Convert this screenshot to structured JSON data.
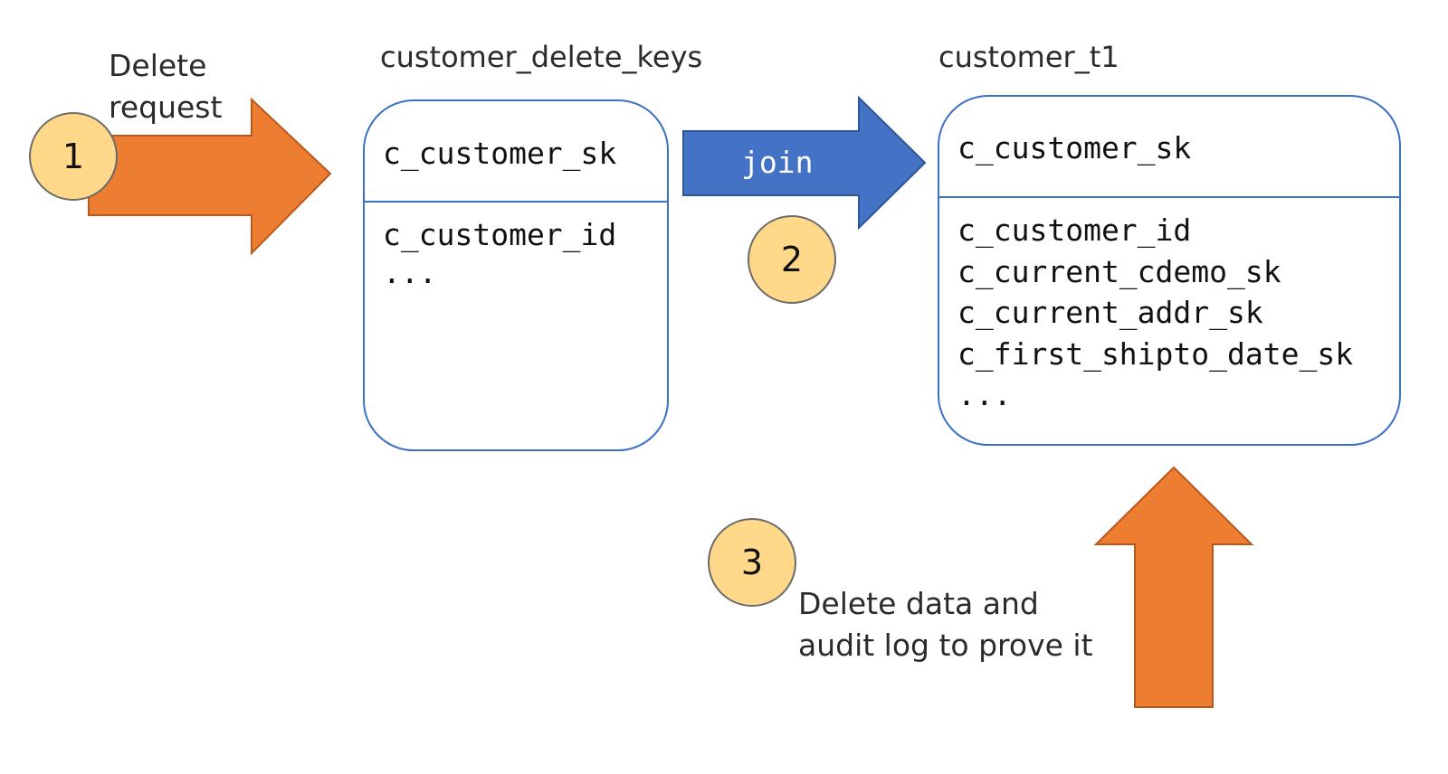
{
  "colors": {
    "orange_arrow": "#ed7d31",
    "orange_arrow_stroke": "#b95a1c",
    "blue_arrow": "#4472c4",
    "blue_arrow_stroke": "#2f5597",
    "table_border": "#3d6fc4",
    "badge_fill": "#ffd88a"
  },
  "step1": {
    "number": "1",
    "label_line1": "Delete",
    "label_line2": "request"
  },
  "delete_keys_table": {
    "title": "customer_delete_keys",
    "key_field": "c_customer_sk",
    "fields": [
      "c_customer_id",
      "..."
    ]
  },
  "join_arrow": {
    "label": "join"
  },
  "step2": {
    "number": "2"
  },
  "customer_table": {
    "title": "customer_t1",
    "key_field": "c_customer_sk",
    "fields": [
      "c_customer_id",
      "c_current_cdemo_sk",
      "c_current_addr_sk",
      "c_first_shipto_date_sk",
      "..."
    ]
  },
  "step3": {
    "number": "3",
    "label_line1": "Delete data and",
    "label_line2": "audit log to prove it"
  },
  "icons": {
    "step1_arrow": "right-arrow-icon",
    "join_arrow": "right-arrow-icon",
    "step3_arrow": "up-arrow-icon"
  }
}
